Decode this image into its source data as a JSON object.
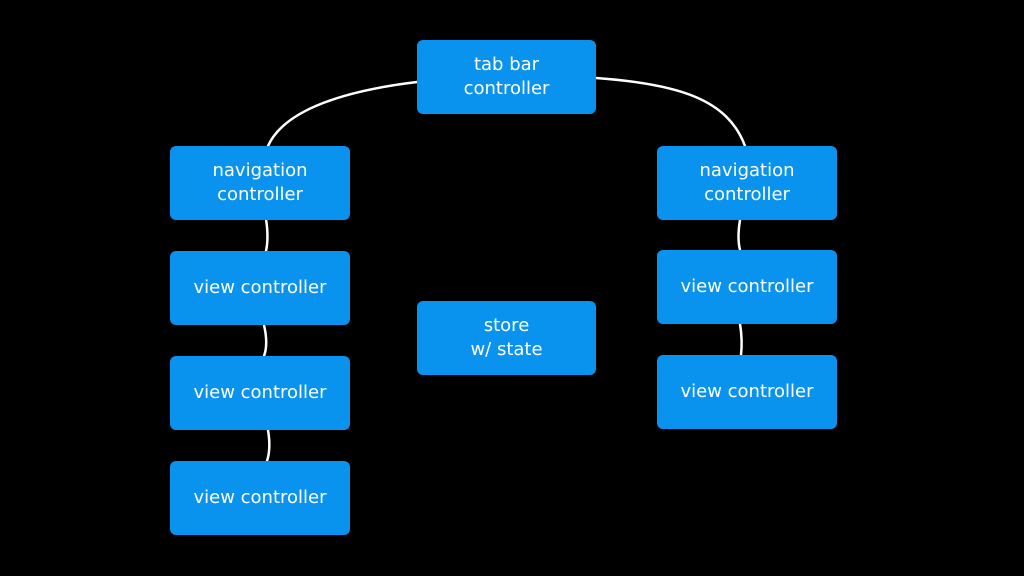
{
  "diagram": {
    "colors": {
      "background": "#000000",
      "node_fill": "#0a93ee",
      "node_text": "#ffffff",
      "connector": "#ffffff"
    },
    "nodes": {
      "tab_bar": {
        "line1": "tab bar",
        "line2": "controller"
      },
      "nav_left": {
        "line1": "navigation",
        "line2": "controller"
      },
      "nav_right": {
        "line1": "navigation",
        "line2": "controller"
      },
      "vc_left_1": {
        "label": "view controller"
      },
      "vc_left_2": {
        "label": "view controller"
      },
      "vc_left_3": {
        "label": "view controller"
      },
      "vc_right_1": {
        "label": "view controller"
      },
      "vc_right_2": {
        "label": "view controller"
      },
      "store": {
        "line1": "store",
        "line2": "w/ state"
      }
    },
    "connections": [
      [
        "tab_bar",
        "nav_left"
      ],
      [
        "tab_bar",
        "nav_right"
      ],
      [
        "nav_left",
        "vc_left_1"
      ],
      [
        "vc_left_1",
        "vc_left_2"
      ],
      [
        "vc_left_2",
        "vc_left_3"
      ],
      [
        "nav_right",
        "vc_right_1"
      ],
      [
        "vc_right_1",
        "vc_right_2"
      ]
    ]
  }
}
